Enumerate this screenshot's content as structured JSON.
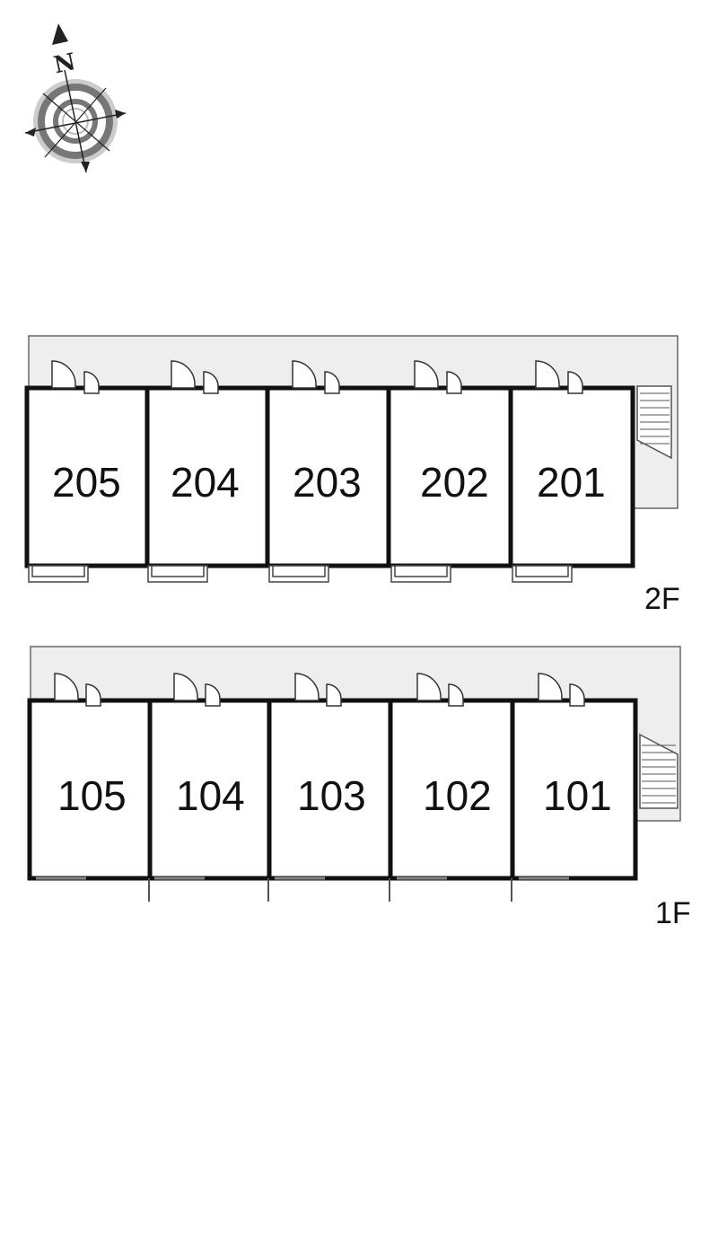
{
  "compass": {
    "north_label": "N",
    "icon": "compass-rose-icon"
  },
  "floors": [
    {
      "id": "2F",
      "label": "2F",
      "units": [
        "205",
        "204",
        "203",
        "202",
        "201"
      ]
    },
    {
      "id": "1F",
      "label": "1F",
      "units": [
        "105",
        "104",
        "103",
        "102",
        "101"
      ]
    }
  ],
  "colors": {
    "wall": "#111111",
    "corridor": "#eeeeee",
    "outline": "#666666"
  }
}
